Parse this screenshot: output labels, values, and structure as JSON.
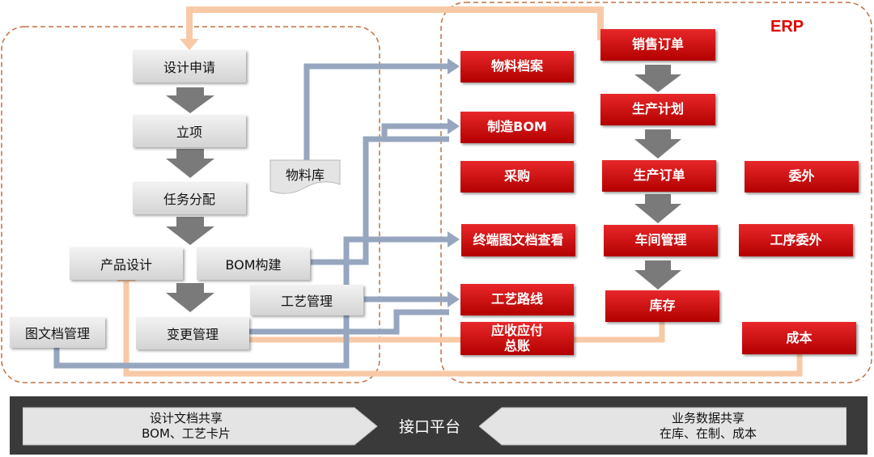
{
  "erp_label": "ERP",
  "plm": {
    "design_request": "设计申请",
    "project": "立项",
    "task_assign": "任务分配",
    "product_design": "产品设计",
    "bom_build": "BOM构建",
    "process_mgmt": "工艺管理",
    "change_mgmt": "变更管理",
    "doc_mgmt": "图文档管理",
    "material_lib": "物料库"
  },
  "erp": {
    "material_archive": "物料档案",
    "manufacture_bom": "制造BOM",
    "purchase": "采购",
    "terminal_doc_view": "终端图文档查看",
    "process_route": "工艺路线",
    "receivable_line1": "应收应付",
    "receivable_line2": "总账",
    "sales_order": "销售订单",
    "production_plan": "生产计划",
    "production_order": "生产订单",
    "workshop_mgmt": "车间管理",
    "inventory": "库存",
    "outsource": "委外",
    "process_outsource": "工序委外",
    "cost": "成本"
  },
  "bottom": {
    "left_line1": "设计文档共享",
    "left_line2": "BOM、工艺卡片",
    "center": "接口平台",
    "right_line1": "业务数据共享",
    "right_line2": "在库、在制、成本"
  },
  "colors": {
    "orange_line": "#f8c9a6",
    "blue_line": "#96a6bf",
    "dash_border": "#c07040",
    "red_box": "#d00000",
    "gray_arrow": "#7a7a7a"
  }
}
